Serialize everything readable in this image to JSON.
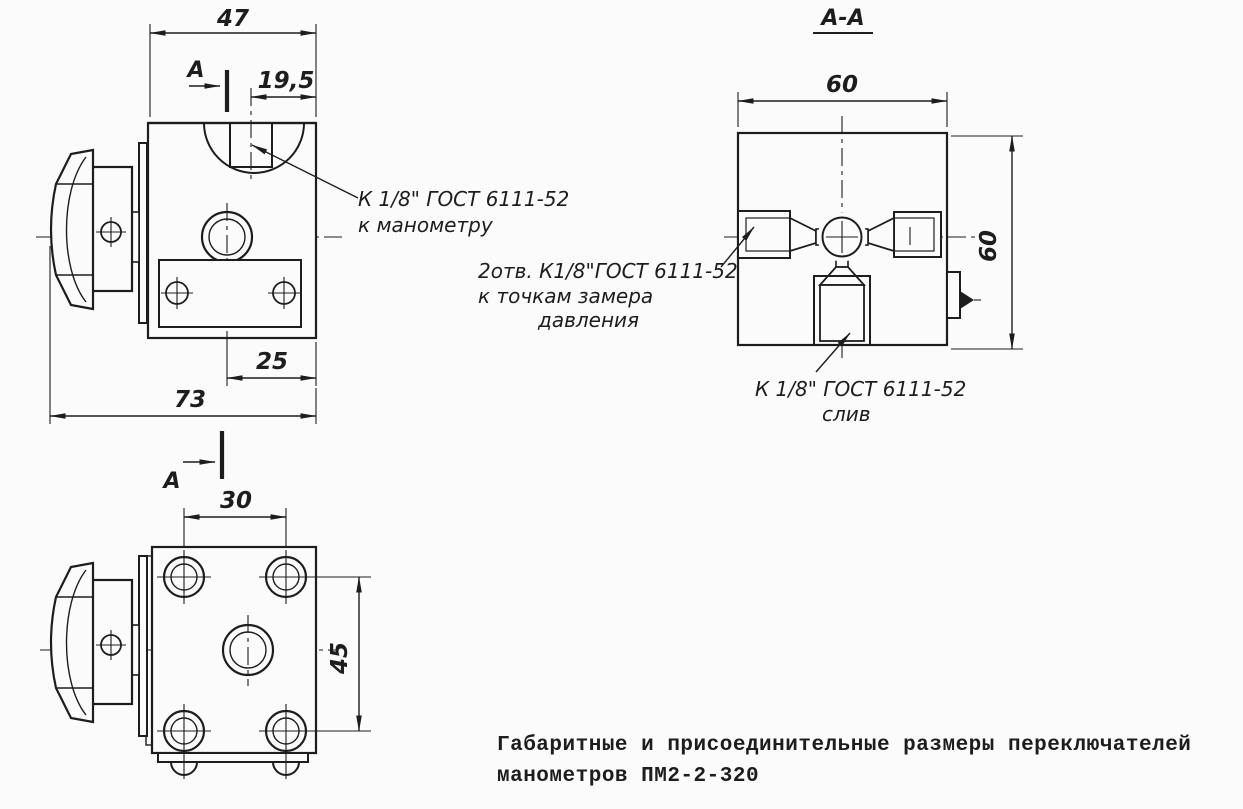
{
  "page": {
    "background": "#fbfbfb",
    "ink": "#1d1d1d"
  },
  "section_view": {
    "title": "А-А"
  },
  "section_marker_label": "А",
  "dimensions": {
    "width_top": "47",
    "port_offset": "19,5",
    "plate_offset": "25",
    "total_length": "73",
    "hole_spacing_h": "30",
    "hole_spacing_v": "45",
    "section_width": "60",
    "section_height": "60"
  },
  "annotations": {
    "manometer_line1": "К 1/8\" ГОСТ 6111-52",
    "manometer_line2": "к манометру",
    "points_line1": "2отв. К1/8\"ГОСТ 6111-52",
    "points_line2": "к точкам замера",
    "points_line3": "давления",
    "drain_line1": "К 1/8\" ГОСТ 6111-52",
    "drain_line2": "слив"
  },
  "caption": {
    "line1": "Габаритные и присоединительные размеры переключателей",
    "line2": "манометров ПМ2-2-320"
  }
}
